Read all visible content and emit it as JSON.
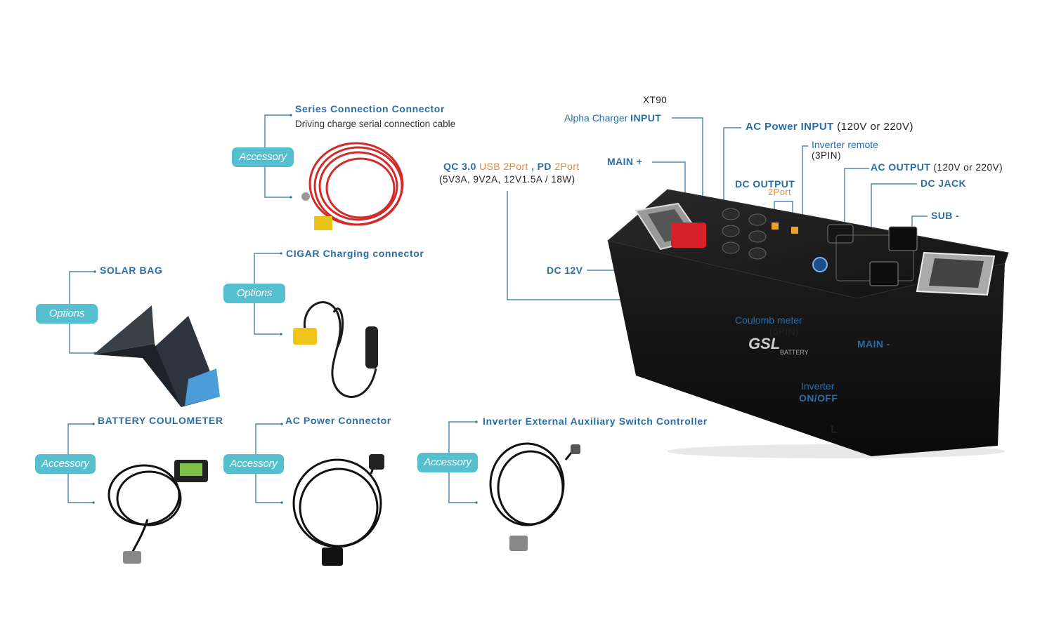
{
  "accessories": {
    "series": {
      "badge": "Accessory",
      "title": "Series Connection Connector",
      "subtitle": "Driving charge serial connection cable"
    },
    "cigar": {
      "badge": "Options",
      "title": "CIGAR Charging connector"
    },
    "solar": {
      "badge": "Options",
      "title": "SOLAR BAG"
    },
    "coulometer": {
      "badge": "Accessory",
      "title": "BATTERY COULOMETER"
    },
    "ac_connector": {
      "badge": "Accessory",
      "title": "AC Power Connector"
    },
    "inverter_switch": {
      "badge": "Accessory",
      "title": "Inverter External Auxiliary Switch Controller"
    }
  },
  "battery": {
    "brand": "GSL",
    "brand_suffix": "BATTERY",
    "labels": {
      "xt90": "XT90",
      "alpha_prefix": "Alpha Charger ",
      "alpha_bold": "INPUT",
      "ac_input_bold": "AC Power INPUT",
      "ac_input_rest": " (120V or 220V)",
      "inverter_remote": "Inverter remote",
      "inverter_remote_pin": "(3PIN)",
      "ac_output_bold": "AC OUTPUT",
      "ac_output_rest": " (120V or 220V)",
      "dc_jack": "DC JACK",
      "sub_minus": "SUB -",
      "main_plus": "MAIN +",
      "qc_bold1": "QC 3.0 ",
      "qc_orange1": "USB 2Port",
      "qc_sep": " , ",
      "qc_bold2": "PD ",
      "qc_orange2": "2Port",
      "qc_specs": "(5V3A, 9V2A, 12V1.5A / 18W)",
      "dc_output": "DC OUTPUT",
      "dc_output_ports": "2Port",
      "dc12v": "DC 12V",
      "coulomb": "Coulomb meter",
      "coulomb_pin": "(5PIN)",
      "main_minus": "MAIN -",
      "inverter": "Inverter",
      "onoff": "ON/OFF",
      "size_letter": "L"
    }
  },
  "colors": {
    "accent": "#2a6ea8",
    "badge": "#55bfcf",
    "orange": "#e8893a"
  }
}
